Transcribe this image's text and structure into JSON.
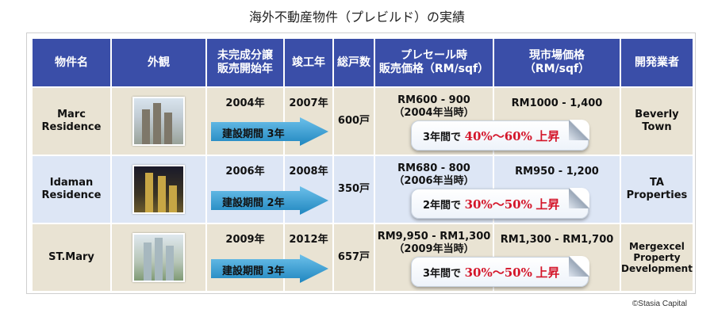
{
  "title": "海外不動産物件（プレビルド）の実績",
  "headers": {
    "name": "物件名",
    "exterior": "外観",
    "launch_line1": "未完成分譲",
    "launch_line2": "販売開始年",
    "completion": "竣工年",
    "units": "総戸数",
    "presale_line1": "プレセール時",
    "presale_line2": "販売価格（RM/sqf）",
    "market_line1": "現市場価格",
    "market_line2": "（RM/sqf）",
    "developer": "開発業者"
  },
  "rows": [
    {
      "name_line1": "Marc",
      "name_line2": "Residence",
      "launch": "2004年",
      "completion": "2007年",
      "units": "600戸",
      "period": "建設期間 3年",
      "presale_line1": "RM600 - 900",
      "presale_line2": "（2004年当時）",
      "market": "RM1000 - 1,400",
      "developer_line1": "Beverly",
      "developer_line2": "Town",
      "developer_line3": "",
      "gain_prefix": "3年間で",
      "gain_range": "40%～60%",
      "gain_suffix": "上昇"
    },
    {
      "name_line1": "Idaman",
      "name_line2": "Residence",
      "launch": "2006年",
      "completion": "2008年",
      "units": "350戸",
      "period": "建設期間 2年",
      "presale_line1": "RM680 - 800",
      "presale_line2": "（2006年当時）",
      "market": "RM950 - 1,200",
      "developer_line1": "TA",
      "developer_line2": "Properties",
      "developer_line3": "",
      "gain_prefix": "2年間で",
      "gain_range": "30%～50%",
      "gain_suffix": "上昇"
    },
    {
      "name_line1": "ST.Mary",
      "name_line2": "",
      "launch": "2009年",
      "completion": "2012年",
      "units": "657戸",
      "period": "建設期間 3年",
      "presale_line1": "RM9,950 - RM1,300",
      "presale_line2": "（2009年当時）",
      "market": "RM1,300 - RM1,700",
      "developer_line1": "Mergexcel",
      "developer_line2": "Property",
      "developer_line3": "Development",
      "gain_prefix": "3年間で",
      "gain_range": "30%～50%",
      "gain_suffix": "上昇"
    }
  ],
  "credit": "©Stasia Capital",
  "colors": {
    "header_bg": "#3a4ea8",
    "row_beige": "#e9e3d3",
    "row_blue": "#dde6f5",
    "arrow_blue": "#2a93c9",
    "gain_red": "#d4162a"
  }
}
